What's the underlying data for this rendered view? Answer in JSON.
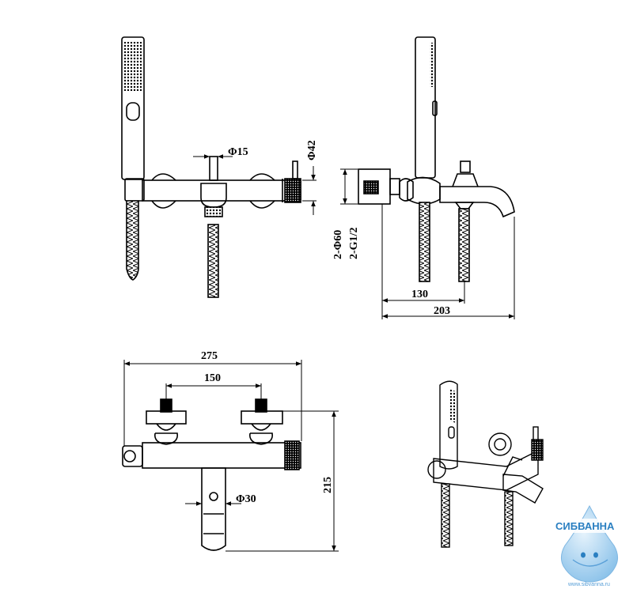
{
  "drawing": {
    "dimensions": {
      "front_top_pipe": "Φ15",
      "front_top_diameter": "Φ42",
      "side_diameter": "2-Φ60",
      "side_thread": "2-G1/2",
      "side_depth_short": "130",
      "side_depth_long": "203",
      "plan_overall_width": "275",
      "plan_center_distance": "150",
      "plan_projection": "215",
      "plan_spout_diameter": "Φ30"
    }
  },
  "logo": {
    "name": "СИБВАННА",
    "url": "www.sibvanna.ru",
    "color": "#2a7fc1"
  }
}
